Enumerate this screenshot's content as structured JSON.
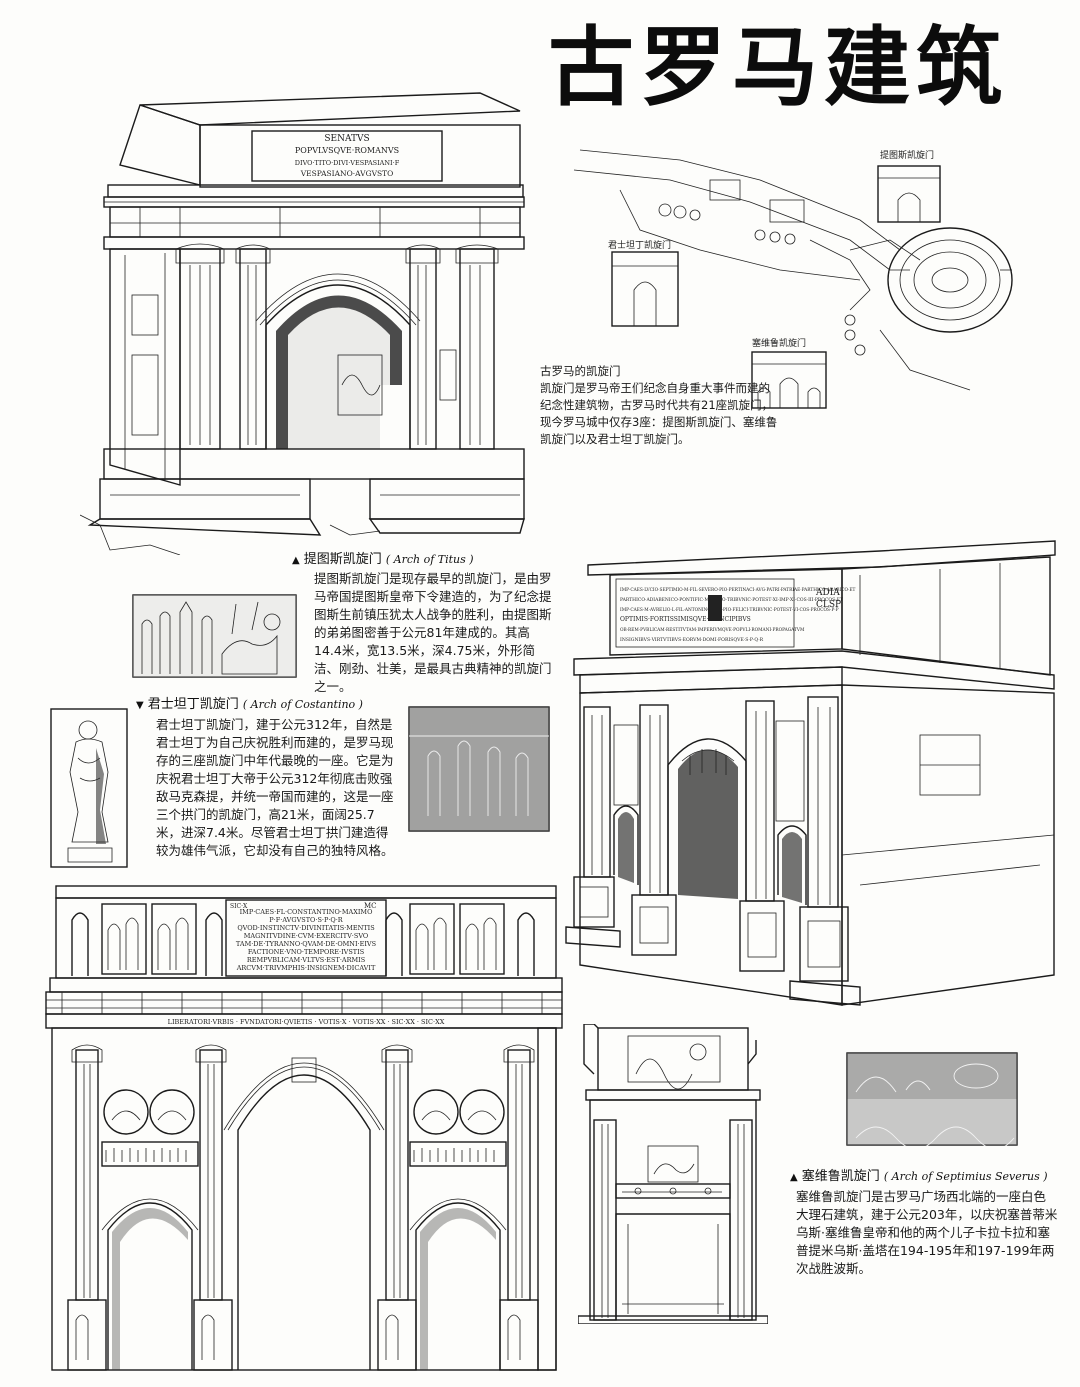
{
  "page": {
    "title": "古罗马建筑"
  },
  "colors": {
    "ink": "#111111",
    "paper": "#fdfdfb"
  },
  "arches": {
    "intro": {
      "heading": "古罗马的凯旋门",
      "text": "凯旋门是罗马帝王们纪念自身重大事件而建的纪念性建筑物，古罗马时代共有21座凯旋门，现今罗马城中仅存3座：提图斯凯旋门、塞维鲁凯旋门以及君士坦丁凯旋门。"
    },
    "titus": {
      "heading_cn": "提图斯凯旋门",
      "heading_en": "( Arch of Titus )",
      "text": "提图斯凯旋门是现存最早的凯旋门，是由罗马帝国提图斯皇帝下令建造的，为了纪念提图斯生前镇压犹太人战争的胜利，由提图斯的弟弟图密善于公元81年建成的。其高14.4米，宽13.5米，深4.75米，外形简洁、刚劲、壮美，是最具古典精神的凯旋门之一。",
      "inscription": [
        "SENATVS",
        "POPVLVSQVE·ROMANVS",
        "DIVO·TITO·DIVI·VESPASIANI·F",
        "VESPASIANO·AVGVSTO"
      ]
    },
    "constantine": {
      "heading_cn": "君士坦丁凯旋门",
      "heading_en": "( Arch of Costantino )",
      "text": "君士坦丁凯旋门，建于公元312年，自然是君士坦丁为自己庆祝胜利而建的，是罗马现存的三座凯旋门中年代最晚的一座。它是为庆祝君士坦丁大帝于公元312年彻底击败强敌马克森提，并统一帝国而建的，这是一座三个拱门的凯旋门，高21米，面阔25.7米，进深7.4米。尽管君士坦丁拱门建造得较为雄伟气派，它却没有自己的独特风格。",
      "inscription": [
        "IMP·CAES·FL·CONSTANTINO·MAXIMO",
        "P·F·AVGVSTO·S·P·Q·R",
        "QVOD·INSTINCTV·DIVINITATIS·MENTIS",
        "MAGNITVDINE·CVM·EXERCITV·SVO",
        "TAM·DE·TYRANNO·QVAM·DE·OMNI·EIVS",
        "FACTIONE·VNO·TEMPORE·IVSTIS",
        "REMPVBLICAM·VLTVS·EST·ARMIS",
        "ARCVM·TRIVMPHIS·INSIGNEM·DICAVIT"
      ],
      "attic_corners": [
        "SIC·X",
        "MC"
      ],
      "attic_bottom": "LIBERATORI·VRBIS · FVNDATORI·QVIETIS · VOTIS·X · VOTIS·XX · SIC·XX · SIC·XX"
    },
    "severus": {
      "heading_cn": "塞维鲁凯旋门",
      "heading_en": "( Arch of Septimius Severus )",
      "text": "塞维鲁凯旋门是古罗马广场西北端的一座白色大理石建筑，建于公元203年，以庆祝塞普蒂米乌斯·塞维鲁皇帝和他的两个儿子卡拉卡拉和塞普提米乌斯·盖塔在194-195年和197-199年两次战胜波斯。",
      "inscription": [
        "IMP·CAES·LVCIO·SEPTIMIO·M·FIL·SEVERO·PIO·PERTINACI·AVG·PATRI·PATRIAE·PARTHICO·ARABICO·ET",
        "PARTHICO·ADIABENICO·PONTIFIC·MAXIMO·TRIBVNIC·POTEST·XI·IMP·XI·COS·III·PROCOS·ET",
        "IMP·CAES·M·AVRELIO·L·FIL·ANTONINO·AVG·PIO·FELICI·TRIBVNIC·POTEST·VI·COS·PROCOS·P·P",
        "OPTIMIS·FORTISSIMISQVE·PRINCIPIBVS",
        "OB·REM·PVBLICAM·RESTITVTAM·IMPERIVMQVE·POPVLI·ROMANI·PROPAGATVM",
        "INSIGNIBVS·VIRTVTIBVS·EORVM·DOMI·FORISQVE·S·P·Q·R"
      ],
      "attic_side": [
        "ADIA",
        "CLSP"
      ]
    },
    "map_labels": [
      "提图斯凯旋门",
      "君士坦丁凯旋门",
      "塞维鲁凯旋门"
    ]
  }
}
